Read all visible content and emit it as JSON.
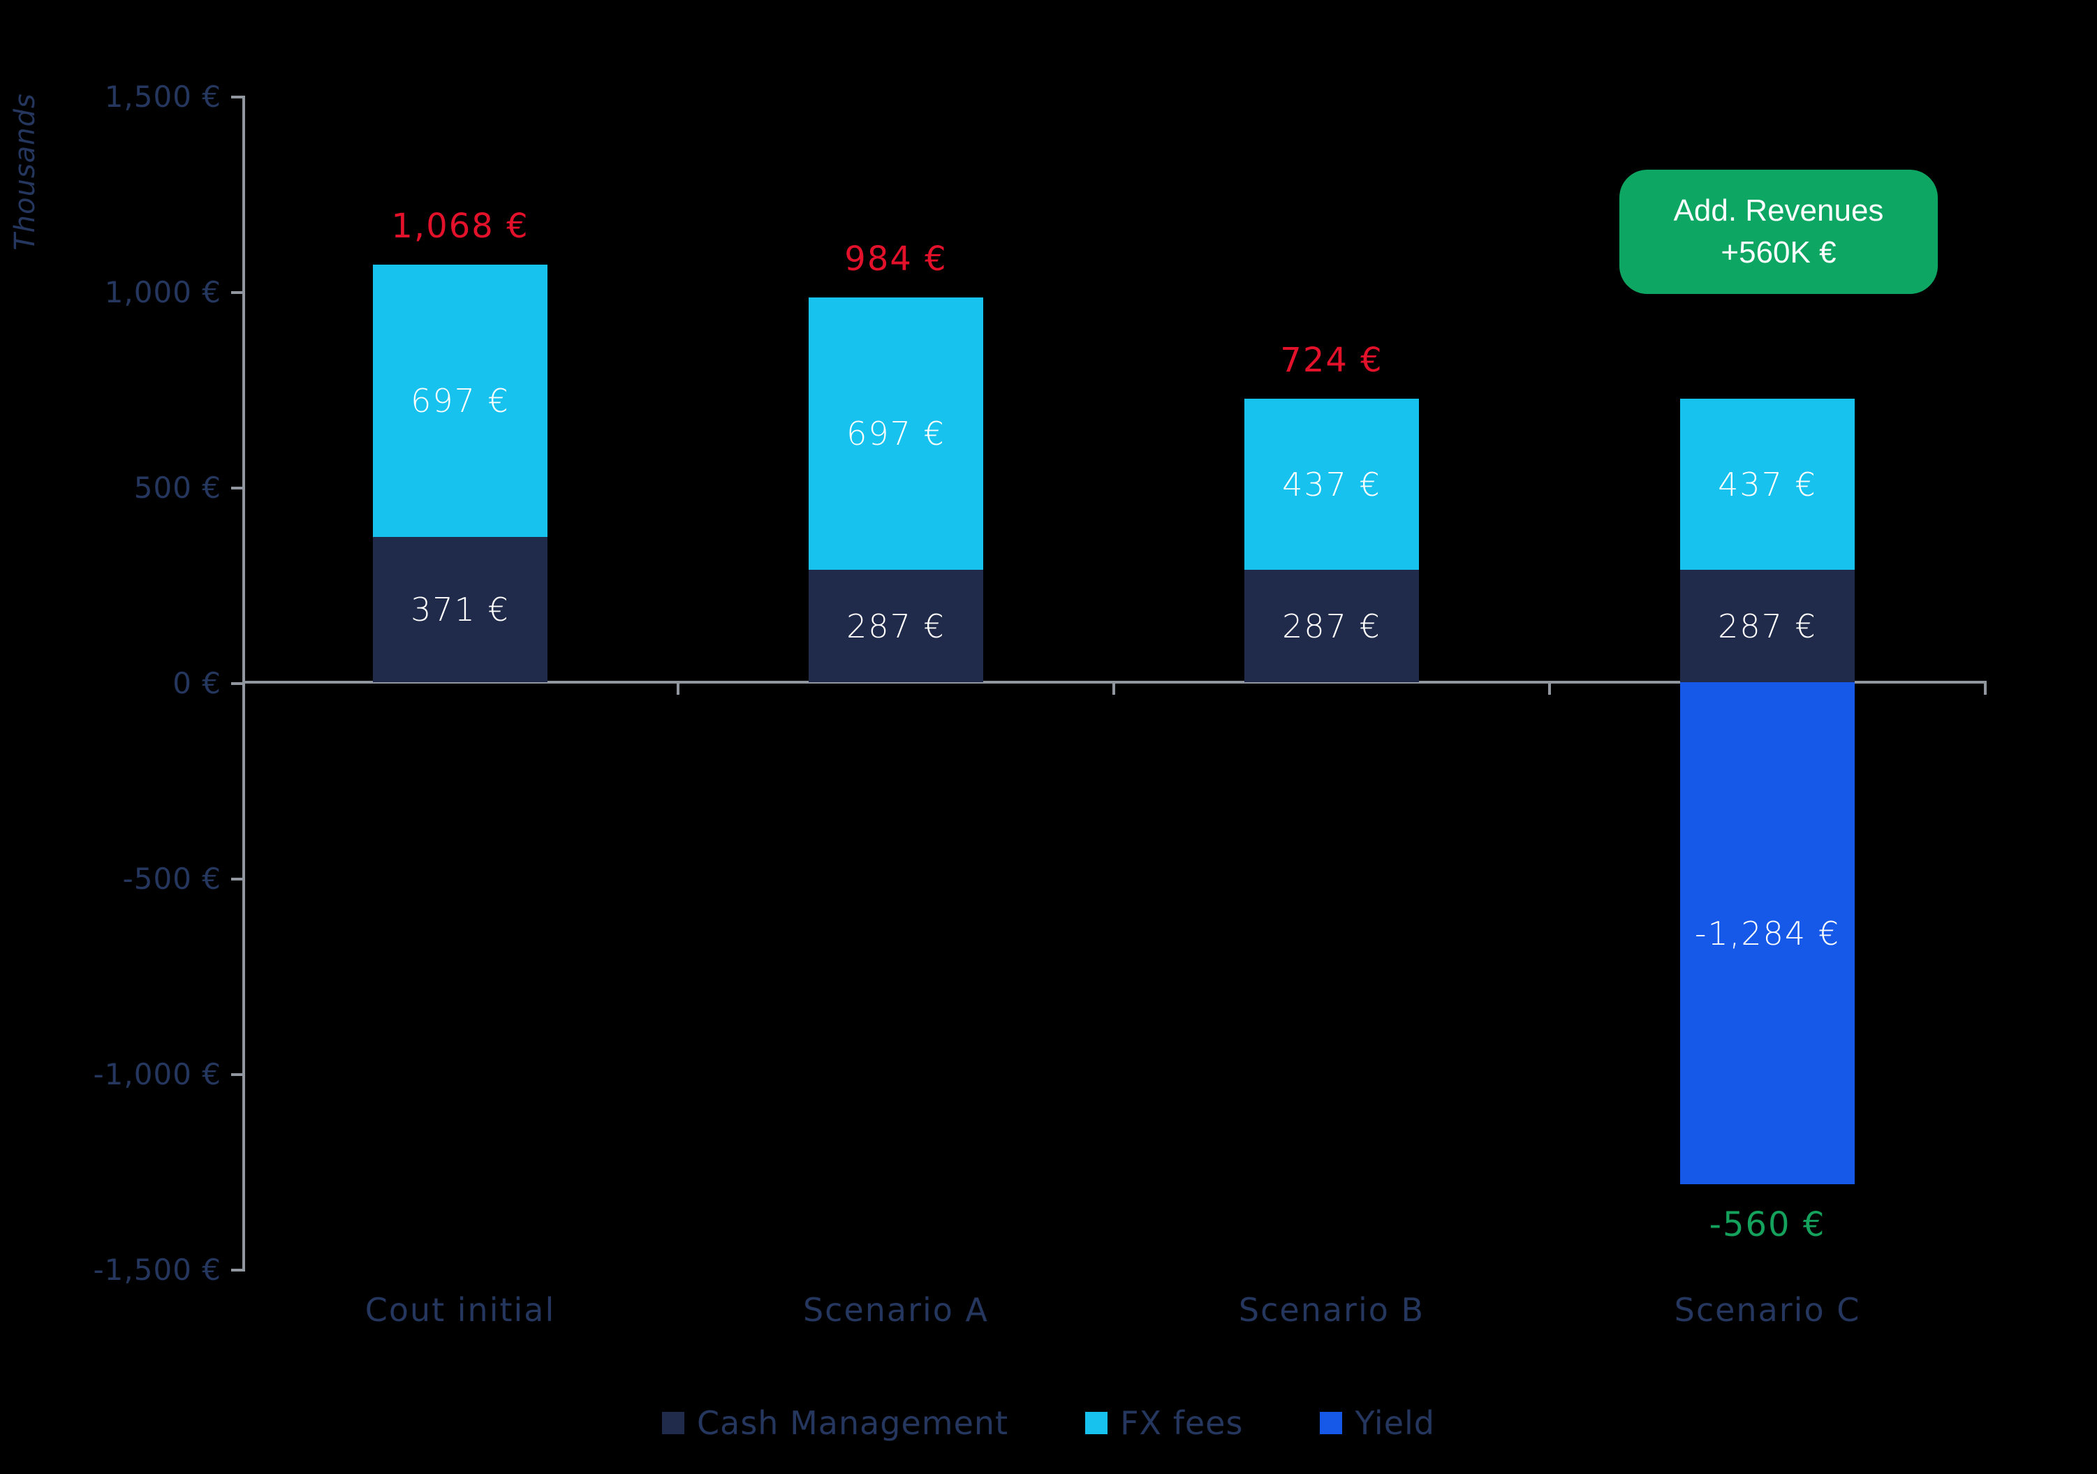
{
  "axis": {
    "unit_label": "Thousands",
    "y_tick_labels": [
      "1,500 €",
      "1,000 €",
      "500 €",
      "0 €",
      "-500 €",
      "-1,000 €",
      "-1,500 €"
    ]
  },
  "chart_data": {
    "type": "bar",
    "stacked": true,
    "categories": [
      "Cout initial",
      "Scenario A",
      "Scenario B",
      "Scenario C"
    ],
    "series": [
      {
        "name": "Cash Management",
        "color": "#202B4B",
        "values": [
          371,
          287,
          287,
          287
        ],
        "labels": [
          "371 €",
          "287 €",
          "287 €",
          "287 €"
        ]
      },
      {
        "name": "FX fees",
        "color": "#17C3EE",
        "values": [
          697,
          697,
          437,
          437
        ],
        "labels": [
          "697 €",
          "697 €",
          "437 €",
          "437 €"
        ]
      },
      {
        "name": "Yield",
        "color": "#1659E9",
        "values": [
          0,
          0,
          0,
          -1284
        ],
        "labels": [
          null,
          null,
          null,
          "-1,284 €"
        ]
      }
    ],
    "totals": [
      {
        "label": "1,068 €",
        "value": 1068,
        "color": "#E4112B",
        "position": "above"
      },
      {
        "label": "984 €",
        "value": 984,
        "color": "#E4112B",
        "position": "above"
      },
      {
        "label": "724 €",
        "value": 724,
        "color": "#E4112B",
        "position": "above"
      },
      {
        "label": "-560 €",
        "value": -560,
        "color": "#14A25C",
        "position": "below"
      }
    ],
    "ylim": [
      -1500,
      1500
    ],
    "y_unit": "Thousands",
    "gridlines": false,
    "legend_position": "bottom"
  },
  "badge": {
    "line1": "Add. Revenues",
    "line2": "+560K €",
    "background": "#0EA663",
    "text_color": "#FFFFFF"
  },
  "legend": {
    "items": [
      {
        "label": "Cash Management",
        "color": "#202B4B"
      },
      {
        "label": "FX fees",
        "color": "#17C3EE"
      },
      {
        "label": "Yield",
        "color": "#1659E9"
      }
    ]
  },
  "colors": {
    "background": "#000000",
    "axis": "#90979E",
    "text": "#25375E",
    "red": "#E4112B",
    "green": "#14A25C",
    "segment_label": "#FFFFFF"
  }
}
